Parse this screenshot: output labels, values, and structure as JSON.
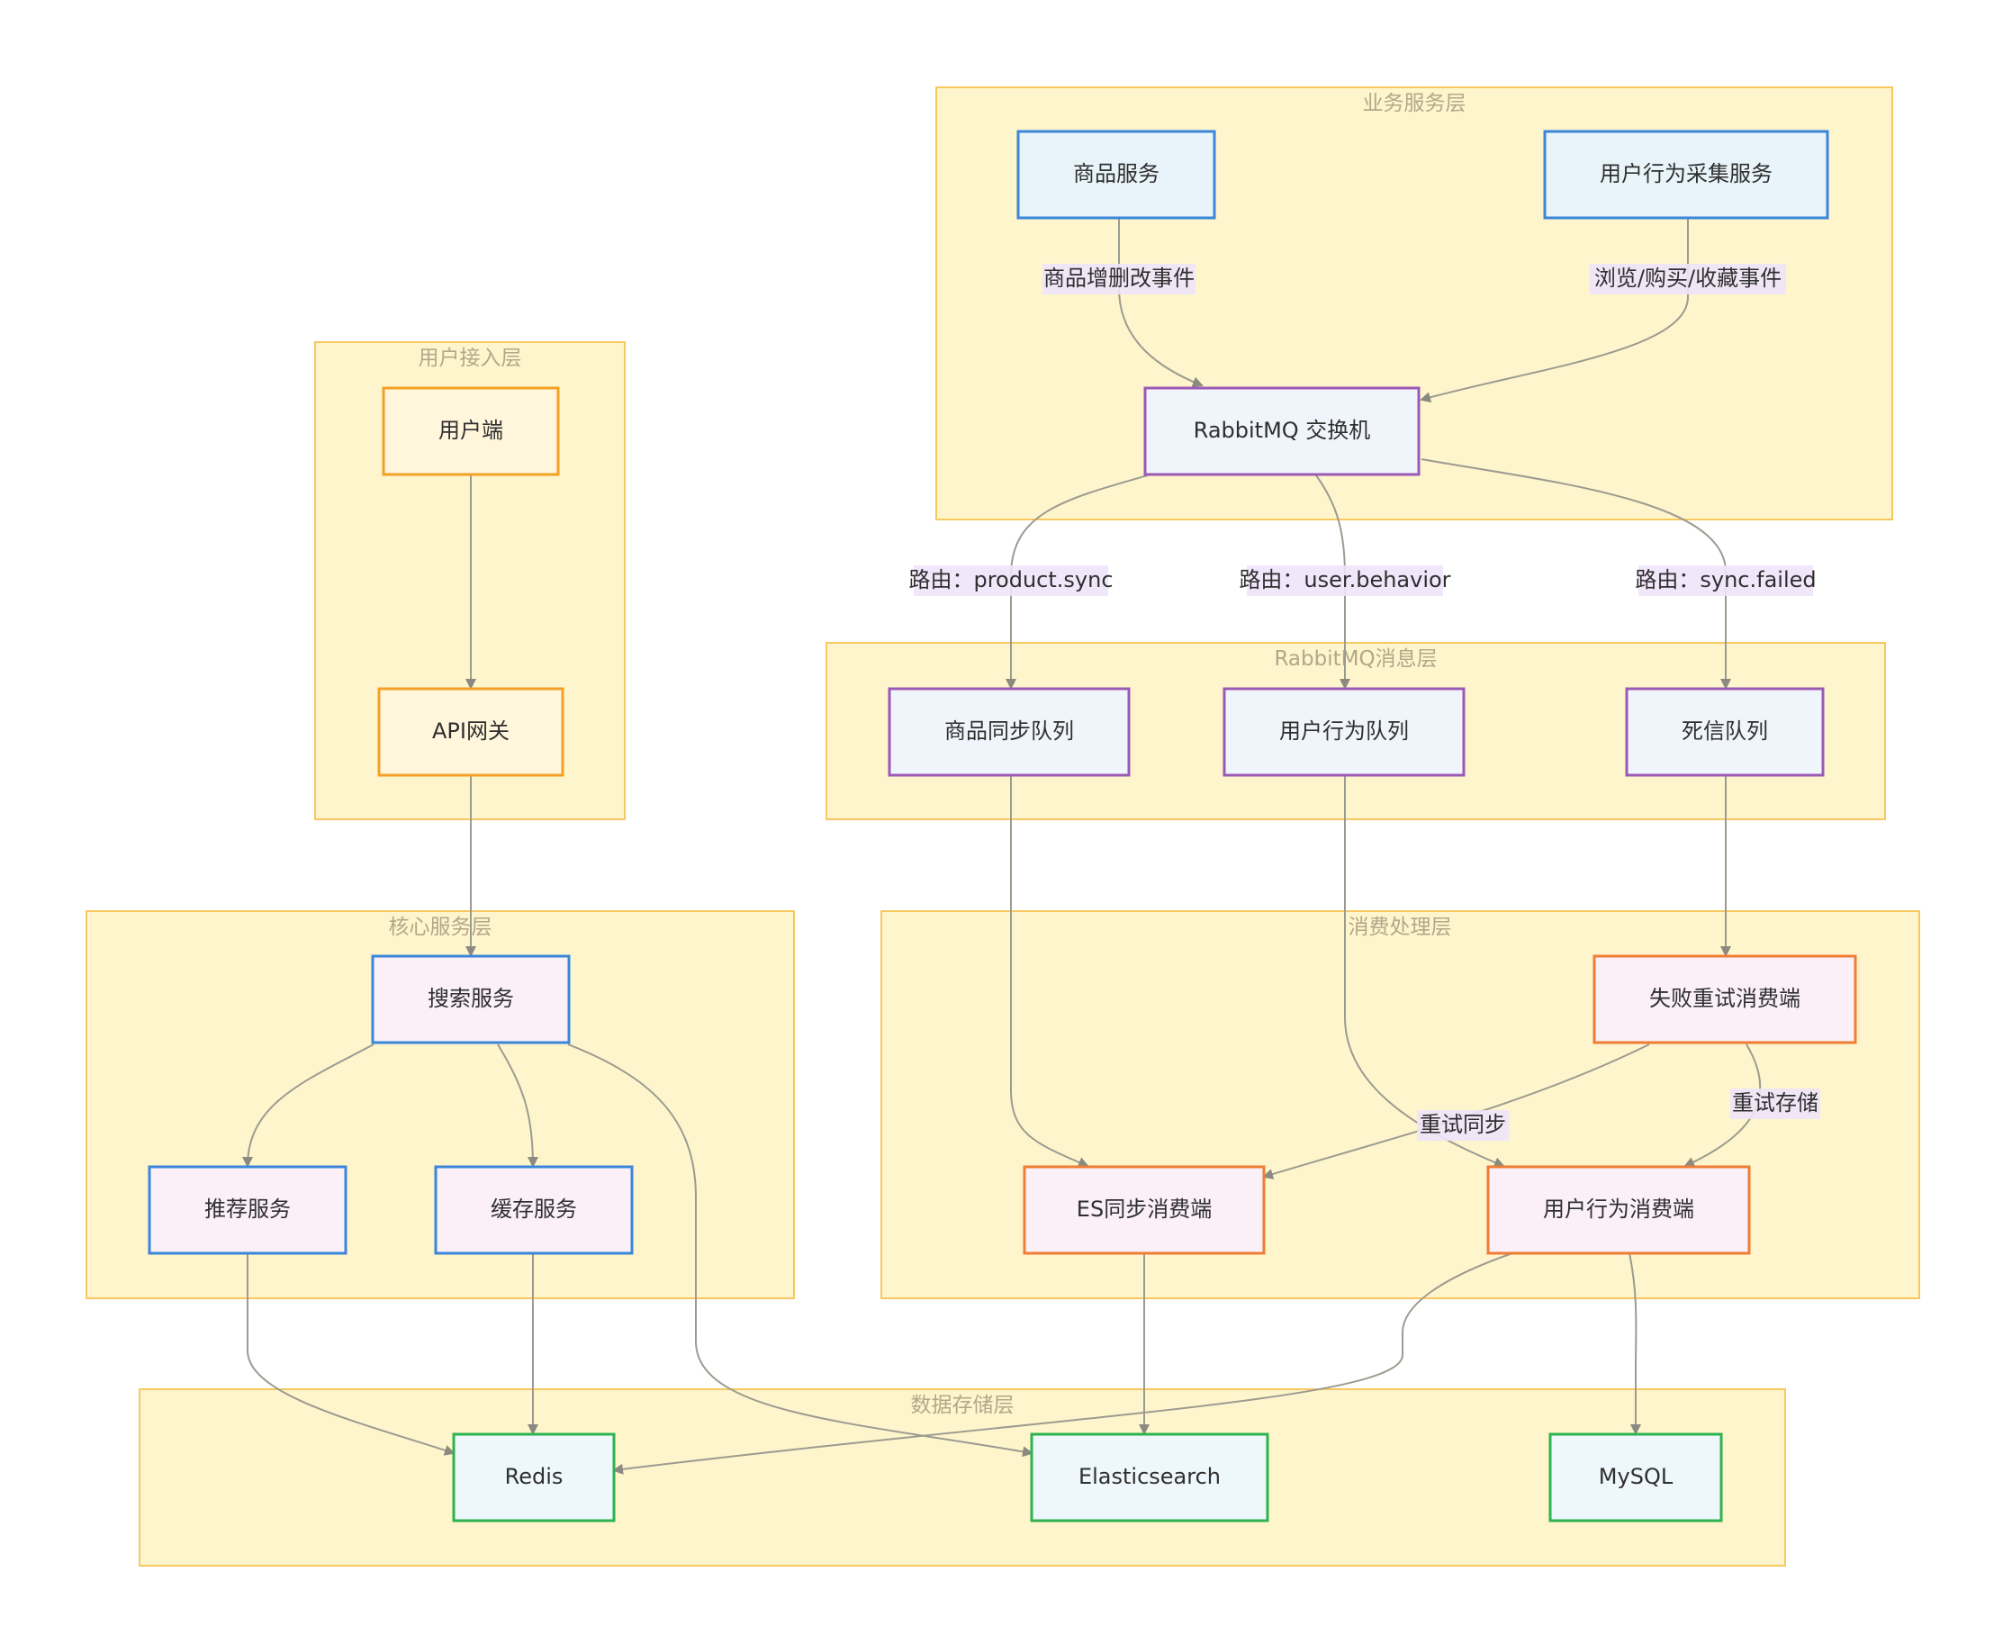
{
  "colors": {
    "cluster_fill": "#fff5cc",
    "cluster_stroke": "#f7c85f",
    "edge": "#9b9b90",
    "edge_label_bg": "#efe4fb",
    "blue_border": "#3a86d9",
    "purple_border": "#9b59b6",
    "orange_border": "#ef7d33",
    "gold_border": "#f2a125",
    "green_border": "#2db34f",
    "light_blue_fill": "#e9f4fa",
    "light_pink_fill": "#fbf0f8",
    "light_cream_fill": "#fff6dc",
    "light_green_fill": "#eef7fb"
  },
  "clusters": {
    "user_access": "用户接入层",
    "business": "业务服务层",
    "rabbitmq": "RabbitMQ消息层",
    "core": "核心服务层",
    "consumer": "消费处理层",
    "storage": "数据存储层"
  },
  "nodes": {
    "user_client": "用户端",
    "api_gateway": "API网关",
    "product_service": "商品服务",
    "behavior_collect": "用户行为采集服务",
    "exchange": "RabbitMQ 交换机",
    "product_queue": "商品同步队列",
    "behavior_queue": "用户行为队列",
    "dead_letter_queue": "死信队列",
    "search_service": "搜索服务",
    "recommend_service": "推荐服务",
    "cache_service": "缓存服务",
    "retry_consumer": "失败重试消费端",
    "es_consumer": "ES同步消费端",
    "behavior_consumer": "用户行为消费端",
    "redis": "Redis",
    "elasticsearch": "Elasticsearch",
    "mysql": "MySQL"
  },
  "edge_labels": {
    "product_event": "商品增删改事件",
    "behavior_event": "浏览/购买/收藏事件",
    "route_product": "路由：product.sync",
    "route_behavior": "路由：user.behavior",
    "route_failed": "路由：sync.failed",
    "retry_sync": "重试同步",
    "retry_store": "重试存储"
  }
}
